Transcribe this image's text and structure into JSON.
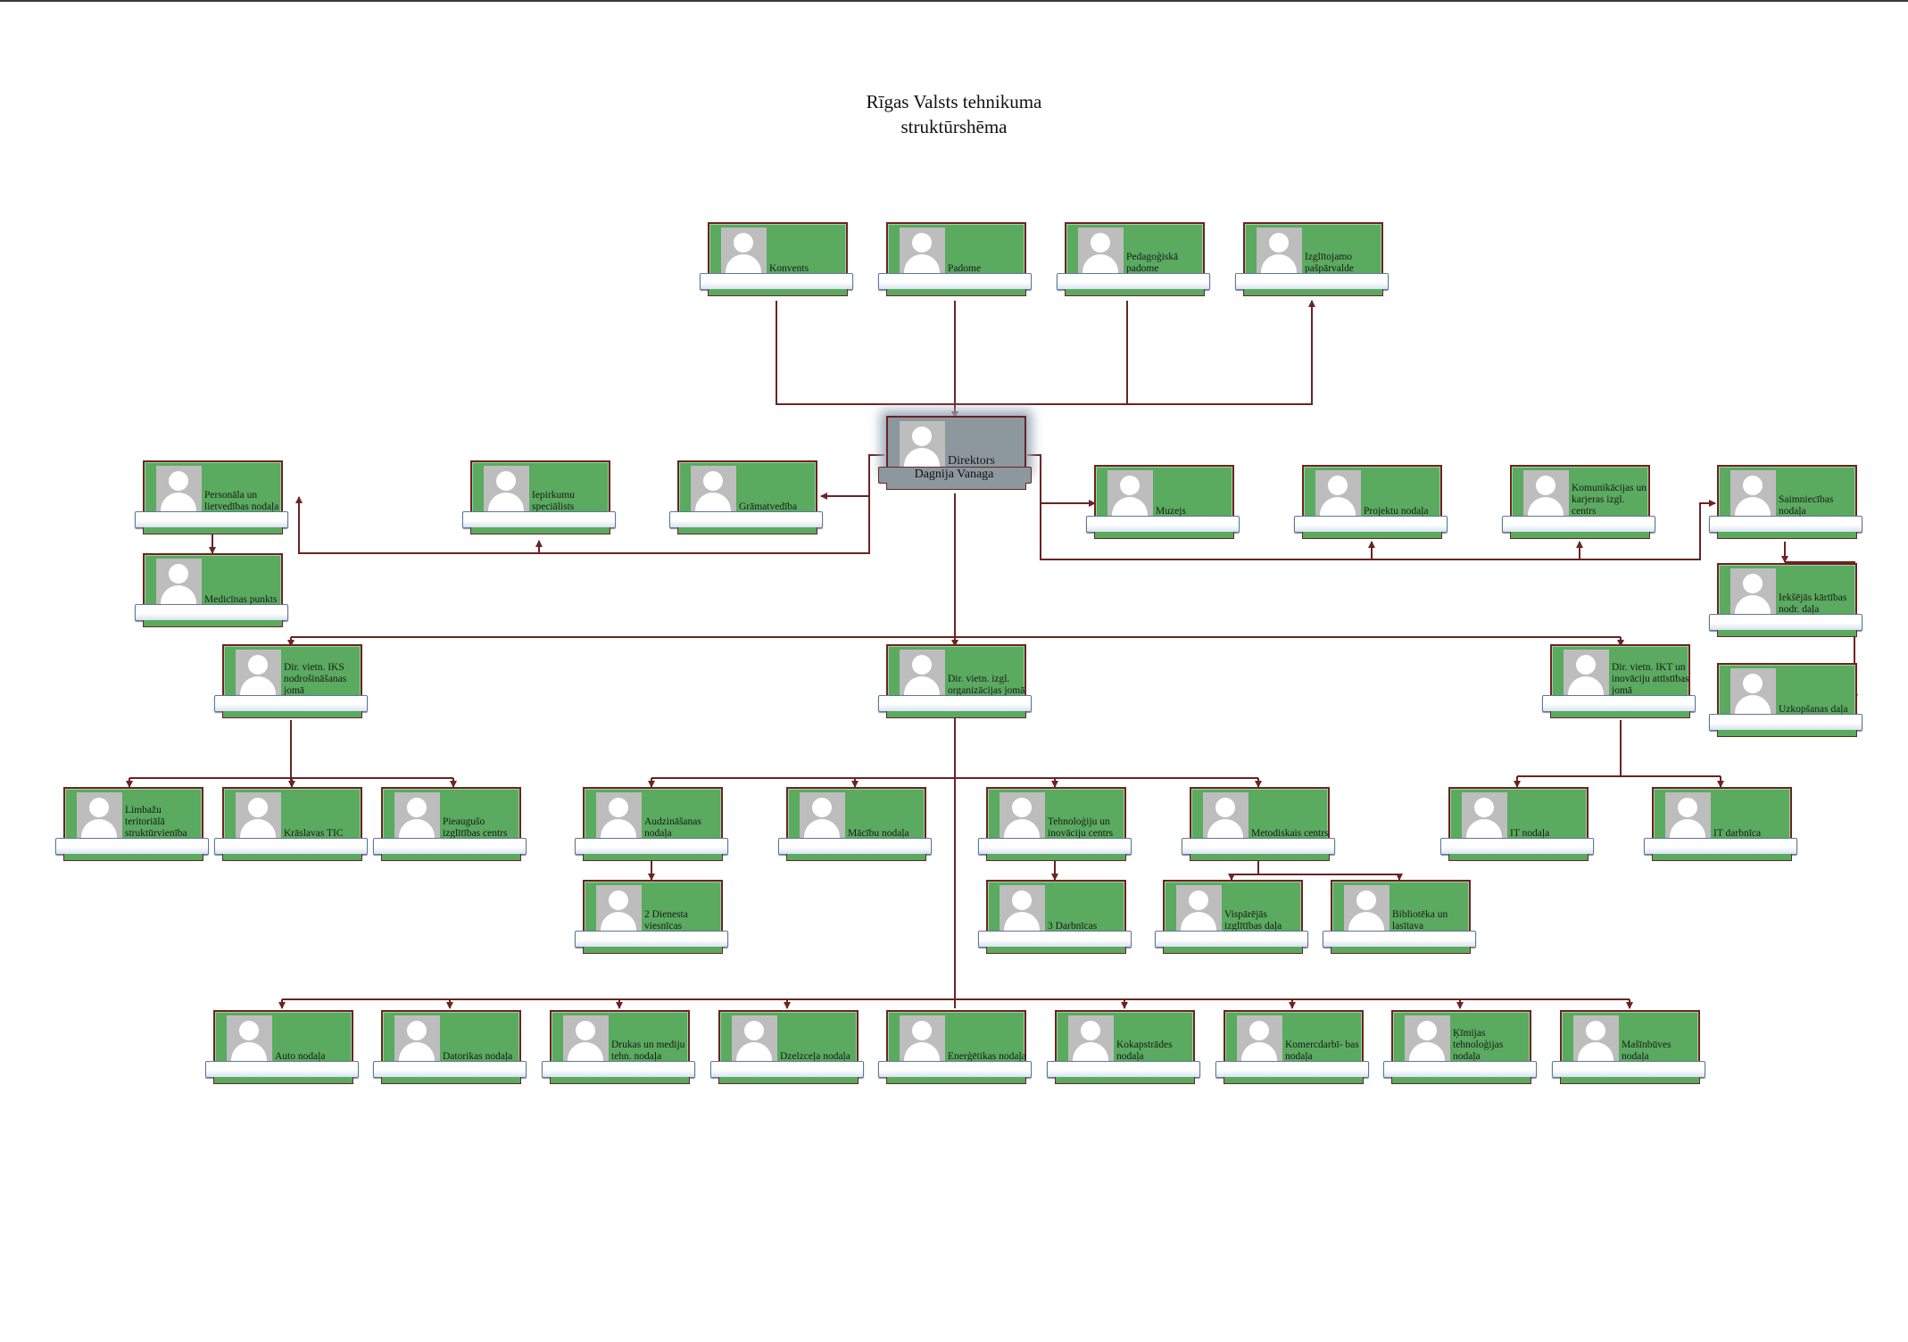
{
  "title": {
    "line1": "Rīgas Valsts tehnikuma",
    "line2": "struktūrshēma"
  },
  "colors": {
    "card_fill": "#5aaa5f",
    "card_border": "#6b2323",
    "director_fill": "#8c989e",
    "connector": "#6b2323",
    "plate_border": "#5d7895"
  },
  "director": {
    "title": "Direktors",
    "name": "Dagnija Vanaga"
  },
  "nodes": {
    "konvents": "Konvents",
    "padome": "Padome",
    "pedagogiska_padome": "Pedagoģiskā padome",
    "izglitojamo_pasparvalde": "Izglītojamo pašpārvalde",
    "personala_nodala": "Personāla un lietvedības nodaļa",
    "medicinas_punkts": "Medicīnas punkts",
    "iepirkumu_specialists": "Iepirkumu speciālists",
    "gramatvediba": "Grāmatvedība",
    "muzejs": "Muzejs",
    "projektu_nodala": "Projektu nodaļa",
    "komunikacijas_centrs": "Komunikācijas un karjeras izgl. centrs",
    "saimniecibas_nodala": "Saimniecības nodaļa",
    "ieksejas_kartibas": "Iekšējās kārtības nodr. daļa",
    "uzkopsanas_dala": "Uzkopšanas daļa",
    "dir_vietn_iks": "Dir. vietn. IKS nodrošināšanas jomā",
    "dir_vietn_izgl": "Dir. vietn. izgl. organizācijas jomā",
    "dir_vietn_ikt": "Dir. vietn. IKT un inovāciju attīstības jomā",
    "limbazu": "Limbažu teritoriālā struktūrvienība",
    "kraslavas": "Krāslavas TIC",
    "pieauguso": "Pieaugušo izglītības centrs",
    "audzinasanas": "Audzināšanas nodaļa",
    "dienesta_viesnicas": "2 Dienesta viesnīcas",
    "macibu_nodala": "Mācību nodaļa",
    "tehnologiju_centrs": "Tehnoloģiju un inovāciju centrs",
    "darbnicas": "3 Darbnīcas",
    "metodiskais_centrs": "Metodiskais centrs",
    "visparejas": "Vispārējās izglītības daļa",
    "biblioteka": "Bibliotēka un lasītava",
    "it_nodala": "IT nodaļa",
    "it_darbnica": "IT darbnīca",
    "auto": "Auto nodaļa",
    "datorikas": "Datorikas nodaļa",
    "drukas": "Drukas un mediju tehn. nodaļa",
    "dzelzcela": "Dzelzceļa nodaļa",
    "energetikas": "Enerģētikas nodaļa",
    "kokapstrades": "Kokapstrādes nodaļa",
    "komercdarbibas": "Komercdarbī- bas nodaļa",
    "kimijas": "Ķīmijas tehnoloģijas nodaļa",
    "masinbuves": "Mašīnbūves nodaļa"
  }
}
